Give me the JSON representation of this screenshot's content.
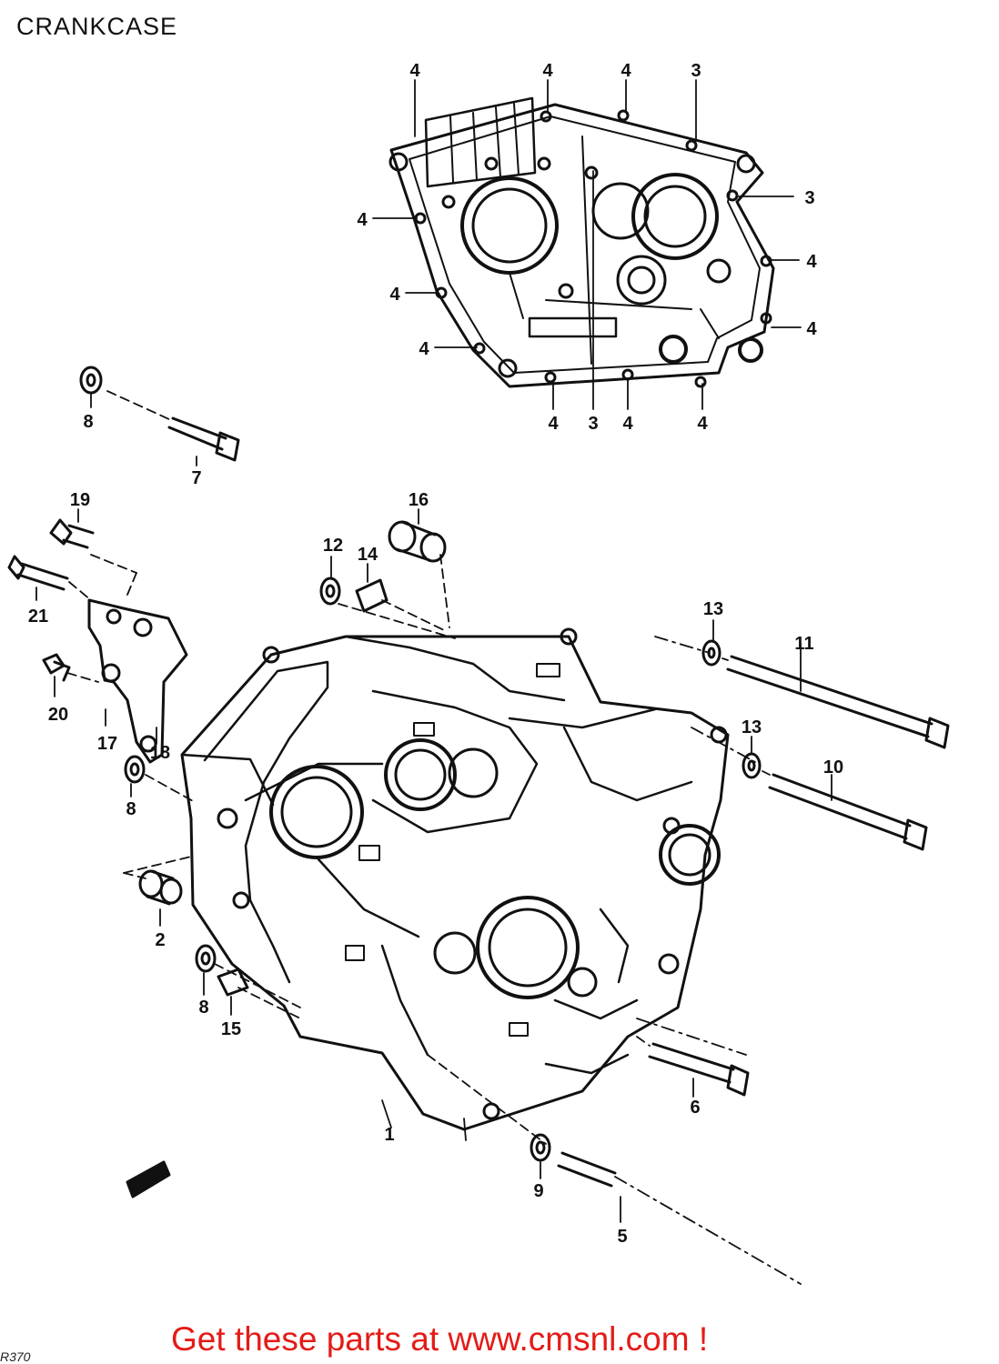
{
  "title": "CRANKCASE",
  "footer": "Get these parts at www.cmsnl.com !",
  "page_code": "R370",
  "callouts": [
    {
      "id": "c4a",
      "text": "4"
    },
    {
      "id": "c4b",
      "text": "4"
    },
    {
      "id": "c4c",
      "text": "4"
    },
    {
      "id": "c3a",
      "text": "3"
    },
    {
      "id": "c3b",
      "text": "3"
    },
    {
      "id": "c4d",
      "text": "4"
    },
    {
      "id": "c4e",
      "text": "4"
    },
    {
      "id": "c4f",
      "text": "4"
    },
    {
      "id": "c4g",
      "text": "4"
    },
    {
      "id": "c4h",
      "text": "4"
    },
    {
      "id": "c4i",
      "text": "4"
    },
    {
      "id": "c3c",
      "text": "3"
    },
    {
      "id": "c4j",
      "text": "4"
    },
    {
      "id": "c4k",
      "text": "4"
    },
    {
      "id": "c8a",
      "text": "8"
    },
    {
      "id": "c7",
      "text": "7"
    },
    {
      "id": "c19",
      "text": "19"
    },
    {
      "id": "c16",
      "text": "16"
    },
    {
      "id": "c21",
      "text": "21"
    },
    {
      "id": "c12",
      "text": "12"
    },
    {
      "id": "c14",
      "text": "14"
    },
    {
      "id": "c13a",
      "text": "13"
    },
    {
      "id": "c11",
      "text": "11"
    },
    {
      "id": "c20",
      "text": "20"
    },
    {
      "id": "c17",
      "text": "17"
    },
    {
      "id": "c18",
      "text": "18"
    },
    {
      "id": "c13b",
      "text": "13"
    },
    {
      "id": "c10",
      "text": "10"
    },
    {
      "id": "c8b",
      "text": "8"
    },
    {
      "id": "c2",
      "text": "2"
    },
    {
      "id": "c8c",
      "text": "8"
    },
    {
      "id": "c15",
      "text": "15"
    },
    {
      "id": "c1",
      "text": "1"
    },
    {
      "id": "c6",
      "text": "6"
    },
    {
      "id": "c9",
      "text": "9"
    },
    {
      "id": "c5",
      "text": "5"
    }
  ]
}
